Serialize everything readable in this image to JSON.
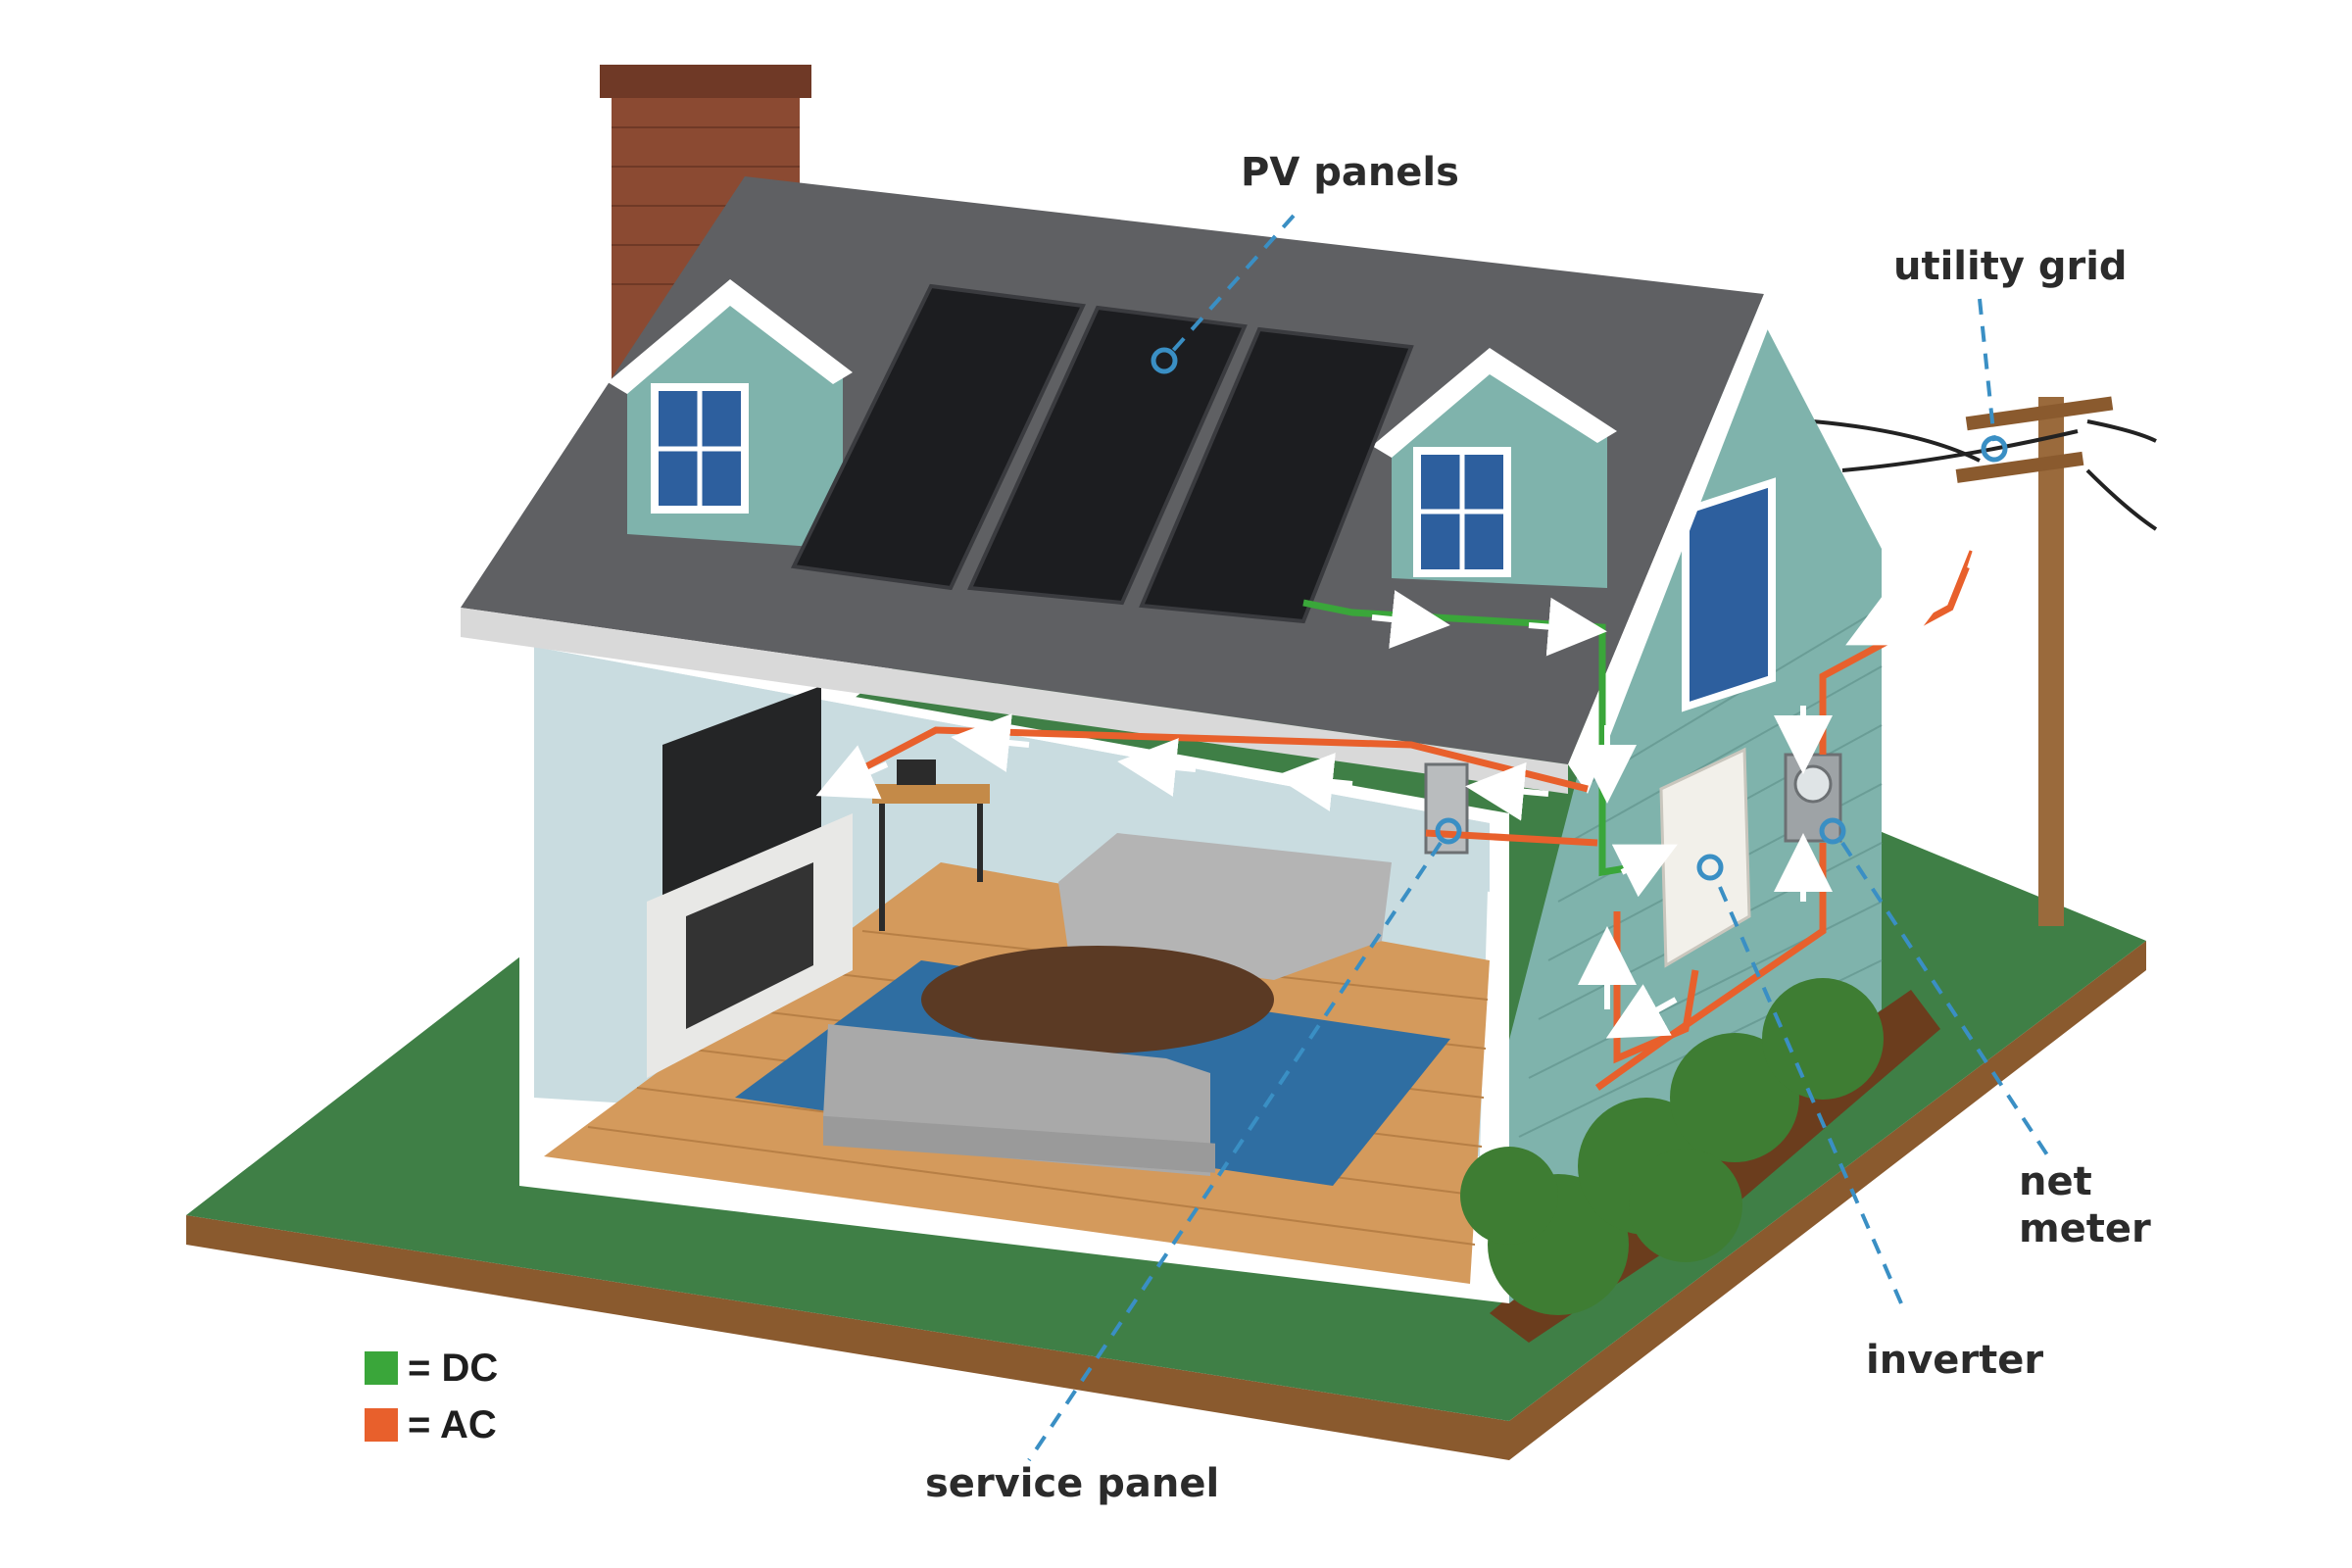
{
  "labels": {
    "pv_panels": "PV panels",
    "utility_grid": "utility grid",
    "net_meter_line1": "net",
    "net_meter_line2": "meter",
    "inverter": "inverter",
    "service_panel": "service panel"
  },
  "legend": [
    {
      "symbol": "= DC",
      "color": "#3aa63a"
    },
    {
      "symbol": "= AC",
      "color": "#e8602c"
    }
  ],
  "colors": {
    "dc_wire": "#3aa63a",
    "ac_wire": "#e8602c",
    "callout_line": "#3a8fc4",
    "siding": "#7fb3ac",
    "roof": "#5f6063",
    "lawn": "#3f7f46"
  }
}
